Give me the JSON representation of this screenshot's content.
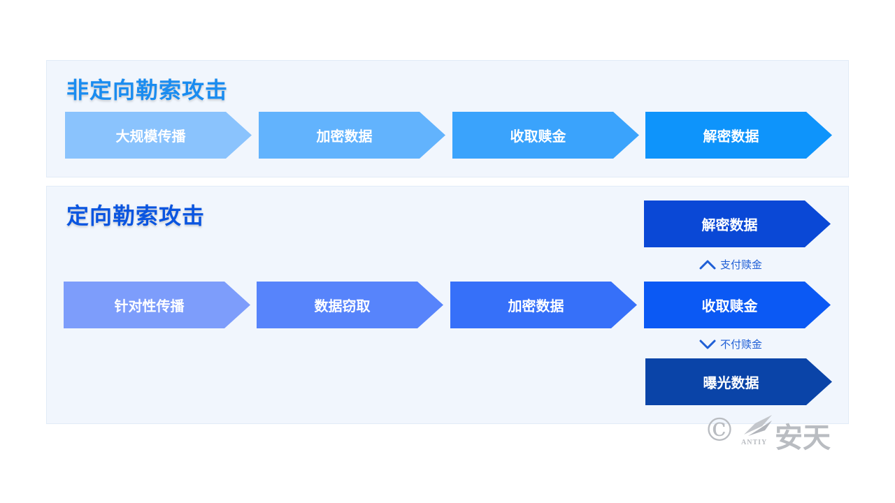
{
  "untargeted": {
    "title": "非定向勒索攻击",
    "steps": [
      {
        "label": "大规模传播",
        "color": "#8ac3fd"
      },
      {
        "label": "加密数据",
        "color": "#62b3fd"
      },
      {
        "label": "收取赎金",
        "color": "#3aa3fc"
      },
      {
        "label": "解密数据",
        "color": "#0e94fb"
      }
    ]
  },
  "targeted": {
    "title": "定向勒索攻击",
    "steps": [
      {
        "label": "针对性传播",
        "color": "#7d9dfb"
      },
      {
        "label": "数据窃取",
        "color": "#5784fb"
      },
      {
        "label": "加密数据",
        "color": "#3670f9"
      },
      {
        "label": "收取赎金",
        "color": "#0b59f4"
      }
    ],
    "outcomes": {
      "pay": {
        "label": "支付赎金",
        "result": "解密数据",
        "color": "#0a48d6"
      },
      "no_pay": {
        "label": "不付赎金",
        "result": "曝光数据",
        "color": "#0a44a8"
      }
    }
  },
  "watermark": {
    "symbol": "©",
    "brand_cn": "安天",
    "brand_en": "ANTIY"
  }
}
